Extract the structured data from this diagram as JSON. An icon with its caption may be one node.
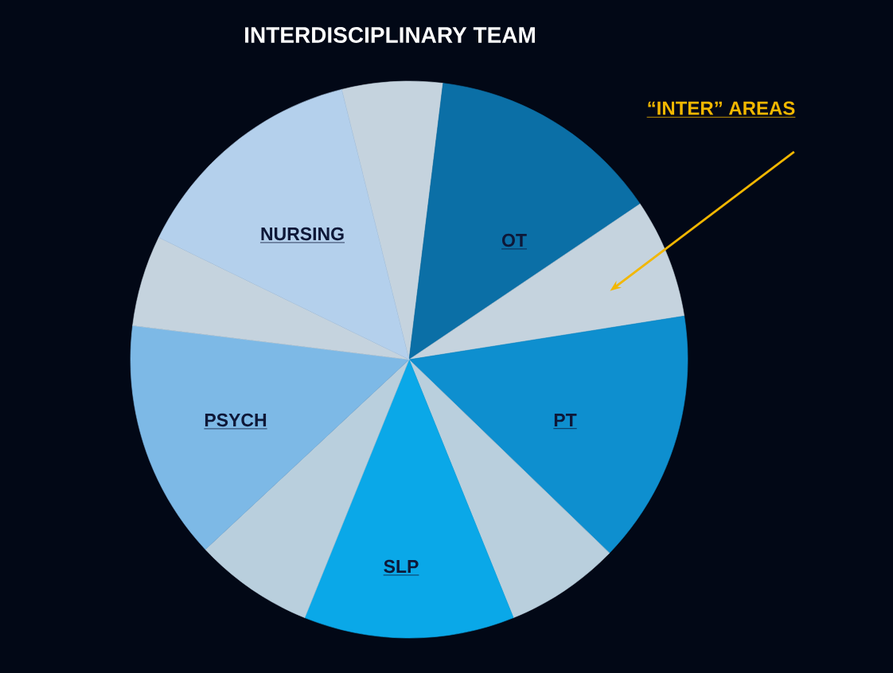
{
  "diagram": {
    "title": "INTERDISCIPLINARY TEAM",
    "nodes": [
      {
        "text": [],
        "shape": "wedge"
      },
      {
        "text": [
          "OT"
        ]
      },
      {
        "text": [],
        "shape": "wedge"
      },
      {
        "text": [
          "PT"
        ]
      },
      {
        "text": [],
        "shape": "wedge"
      },
      {
        "text": [
          "SLP"
        ]
      },
      {
        "text": [],
        "shape": "wedge"
      },
      {
        "text": [
          "PSYCH"
        ]
      },
      {
        "text": [],
        "shape": "wedge"
      },
      {
        "text": [
          "NURSING"
        ]
      },
      {
        "text": [
          "“INTER” AREAS"
        ]
      }
    ],
    "edges": [
      {
        "from": 10,
        "to": 2,
        "arrow": "to",
        "color": "#f2b700"
      }
    ]
  }
}
